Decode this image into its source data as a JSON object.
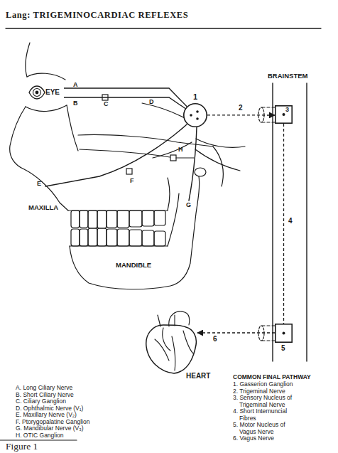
{
  "diagram": {
    "title": "Lang: TRIGEMINOCARDIAC REFLEXES",
    "caption": "Figure 1",
    "nodes": [
      {
        "text": [
          "EYE"
        ]
      },
      {
        "text": [
          "1"
        ]
      },
      {
        "text": [
          "3"
        ]
      },
      {
        "text": [
          "5"
        ]
      },
      {
        "text": [
          "HEART"
        ]
      }
    ],
    "edges": [
      {
        "from": 0,
        "to": 1,
        "label": "A",
        "arrow": "none"
      },
      {
        "from": 0,
        "to": 1,
        "label": "B",
        "arrow": "none"
      },
      {
        "from": 1,
        "to": 2,
        "label": "2",
        "arrow": "to"
      },
      {
        "from": 2,
        "to": 3,
        "label": "4",
        "arrow": "none"
      },
      {
        "from": 3,
        "to": 4,
        "label": "6",
        "arrow": "to"
      }
    ],
    "labels": [
      "BRAINSTEM",
      "C",
      "D",
      "E",
      "F",
      "G",
      "H",
      "MAXILLA",
      "MANDIBLE",
      "A. Long Ciliary Nerve",
      "B. Short Ciliary Nerve",
      "C. Ciliary Ganglion",
      "D. Ophthalmic Nerve (V₁)",
      "E. Maxillary Nerve (V₂)",
      "F. Ptorygopalatine Ganglion",
      "G. Mandibular Nerve (V₃)",
      "H. OTIC Ganglion",
      "COMMON FINAL PATHWAY",
      "1. Gasserion Ganglion",
      "2. Trigeminal Nerve",
      "3. Sensory Nucleus of Trigeminal Nerve",
      "4. Short Internuncial Fibres",
      "5. Motor Nucleus of Vagus Nerve",
      "6. Vagus Nerve"
    ]
  }
}
